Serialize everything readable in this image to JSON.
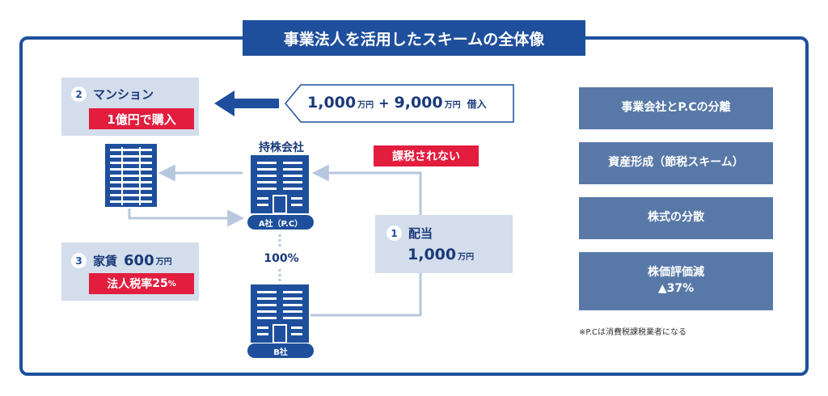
{
  "title": "事業法人を活用したスキームの全体像",
  "mansion": {
    "num": "2",
    "label": "マンション",
    "badge": "1億円で購入"
  },
  "loan": {
    "amount1": "1,000",
    "unit1": "万円",
    "plus": "+",
    "amount2": "9,000",
    "unit2": "万円",
    "suffix": "借入"
  },
  "holding": {
    "label": "持株会社",
    "pill": "A社（P.C）"
  },
  "percent": "100%",
  "tax_free": "課税されない",
  "dividend": {
    "num": "1",
    "label": "配当",
    "amount": "1,000",
    "unit": "万円"
  },
  "rent": {
    "num": "3",
    "label": "家賃",
    "amount": "600",
    "unit": "万円",
    "badge_text": "法人税率",
    "badge_num": "25",
    "badge_unit": "%"
  },
  "company_b": {
    "pill": "B社"
  },
  "right_items": [
    {
      "label": "事業会社とP.Cの分離"
    },
    {
      "label": "資産形成（節税スキーム）"
    },
    {
      "label": "株式の分散"
    },
    {
      "label": "株価評価減",
      "sub": "▲37%"
    }
  ],
  "note": "※P.Cは消費税課税業者になる",
  "colors": {
    "navy": "#1e4f9c",
    "red": "#e21d3e",
    "light": "#d4ddeb",
    "slate": "#5879a8"
  }
}
